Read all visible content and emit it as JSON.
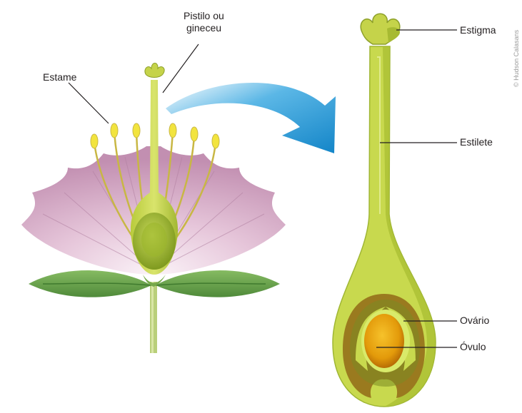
{
  "labels": {
    "pistilo_line1": "Pistilo ou",
    "pistilo_line2": "gineceu",
    "estame": "Estame",
    "estigma": "Estigma",
    "estilete": "Estilete",
    "ovario": "Ovário",
    "ovulo": "Óvulo"
  },
  "credit": "© Hudson Calasans",
  "colors": {
    "petal": "#c99ab8",
    "petal_light": "#f3e3ee",
    "pistil_green": "#c5d34a",
    "pistil_dark": "#8da02a",
    "leaf": "#6aa24e",
    "arrow": "#1f97d4",
    "ovary_brown": "#9b7a1e",
    "ovule_orange": "#e9a30e"
  },
  "icons": {
    "arrow": "curved-arrow-icon"
  }
}
